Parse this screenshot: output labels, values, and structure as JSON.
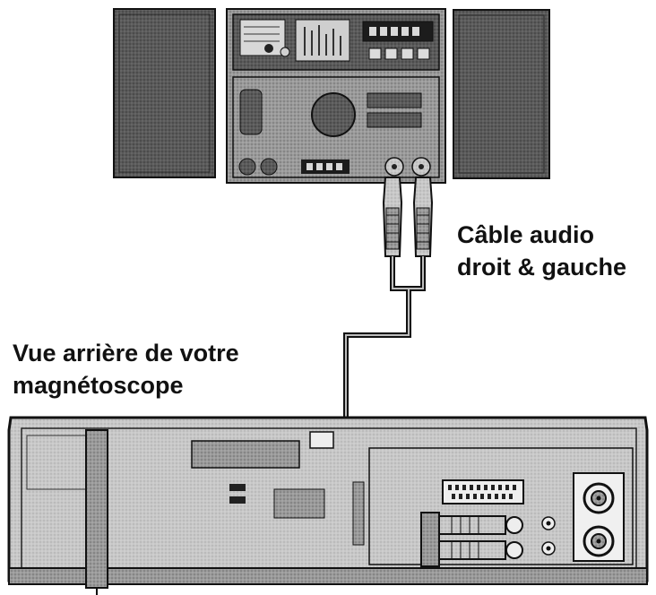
{
  "labels": {
    "cable": [
      "Câble audio",
      "droit & gauche"
    ],
    "vcr": [
      "Vue arrière de votre",
      "magnétoscope"
    ]
  },
  "colors": {
    "ink": "#111111",
    "device_fill": "#8c8c8c",
    "device_dark": "#3a3a3a",
    "speaker_fill": "#555555",
    "vcr_fill": "#bdbdbd",
    "paper": "#ffffff"
  },
  "icons": [
    "stereo-system-icon",
    "left-speaker-icon",
    "right-speaker-icon",
    "rca-plug-icon",
    "audio-cable-icon",
    "vcr-rear-panel-icon",
    "scart-connector-icon",
    "rf-connector-icon"
  ]
}
